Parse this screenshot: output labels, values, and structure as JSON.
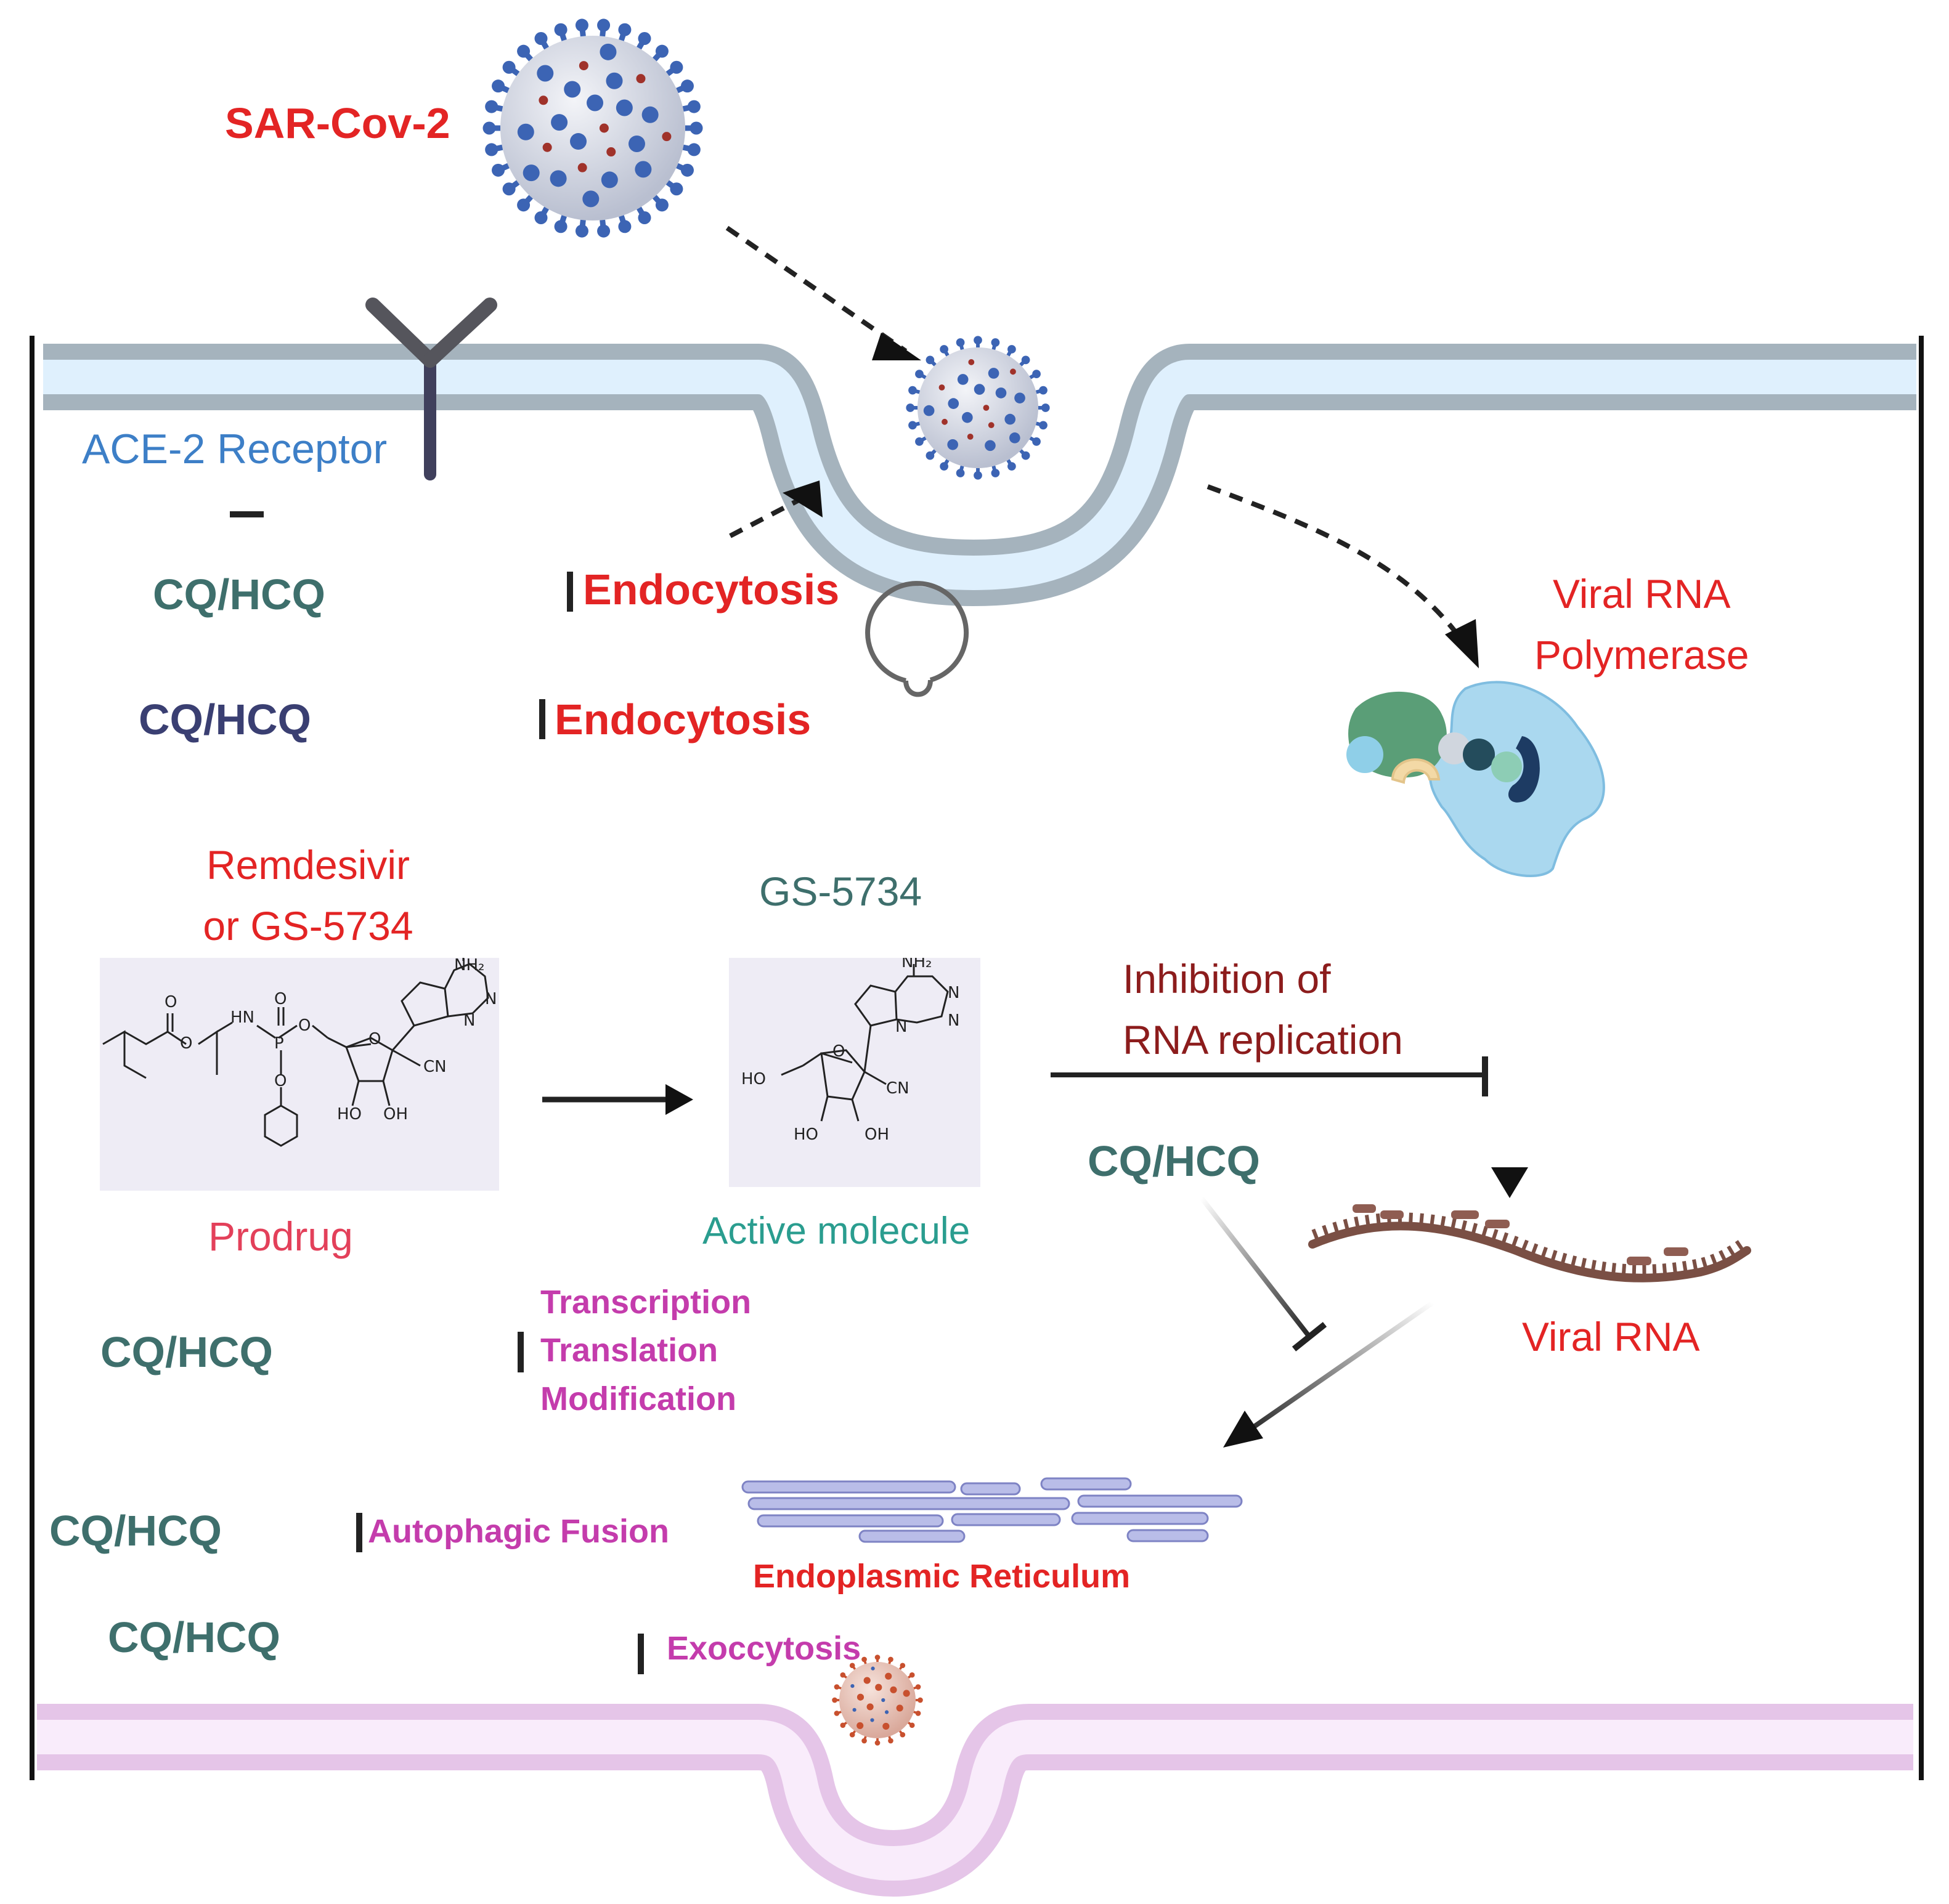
{
  "virus_label": "SAR-Cov-2",
  "receptor_label": "ACE-2 Receptor",
  "drug_short": "CQ/HCQ",
  "endocytosis": "Endocytosis",
  "polymerase": {
    "line1": "Viral RNA",
    "line2": "Polymerase"
  },
  "prodrug_name": {
    "line1": "Remdesivir",
    "line2": "or GS-5734"
  },
  "active_name": "GS-5734",
  "prodrug_caption": "Prodrug",
  "active_caption": "Active molecule",
  "inhibition": {
    "line1": "Inhibition of",
    "line2": "RNA replication"
  },
  "viral_rna": "Viral RNA",
  "processes": {
    "transcription": "Transcription",
    "translation": "Translation",
    "modification": "Modification"
  },
  "autophagic_fusion": "Autophagic Fusion",
  "er_label": "Endoplasmic Reticulum",
  "exocytosis": "Exoccytosis",
  "chem": {
    "nh2": "NH₂",
    "n": "N",
    "o": "O",
    "p": "P",
    "h": "H",
    "cn": "CN",
    "oh": "OH",
    "ho": "HO",
    "hn": "HN"
  },
  "colors": {
    "red": "#e32424",
    "teal": "#3e6f6c",
    "navy": "#3a3f72",
    "magenta": "#c43cac",
    "blue_label": "#3d7fc7",
    "teal_green": "#2a9d8f",
    "dark_red": "#8c1c1c",
    "membrane_gray": "#a5b3bd",
    "membrane_fill": "#dff0fd",
    "bottom_membrane": "#e8c8e8",
    "virus_blue": "#3c64b4"
  }
}
